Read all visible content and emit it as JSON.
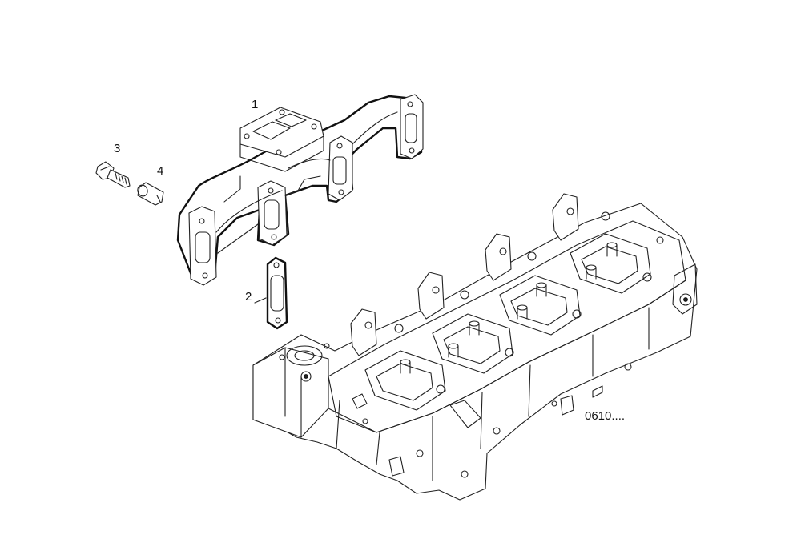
{
  "diagram": {
    "callouts": [
      {
        "id": "1",
        "label": "1",
        "part": "exhaust manifold"
      },
      {
        "id": "2",
        "label": "2",
        "part": "gasket"
      },
      {
        "id": "3",
        "label": "3",
        "part": "bolt"
      },
      {
        "id": "4",
        "label": "4",
        "part": "spacer"
      }
    ],
    "reference_code": "0610...."
  }
}
